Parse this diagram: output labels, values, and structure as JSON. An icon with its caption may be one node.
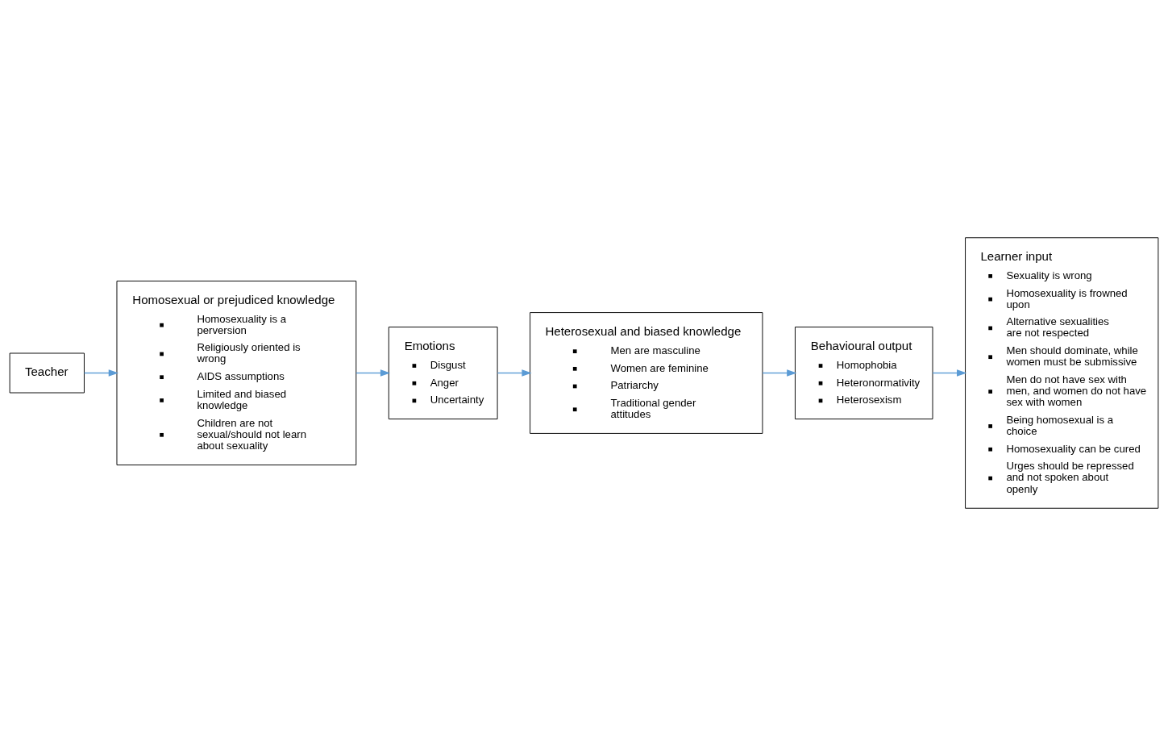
{
  "diagram": {
    "nodes": [
      {
        "text": [
          "Heterosexual and biased knowledge",
          "Men are masculine",
          "Women are feminine",
          "Patriarchy",
          "Traditional gender attitudes"
        ]
      },
      {
        "text": [
          "Behavioural output",
          "Homophobia",
          "Heteronormativity",
          "Heterosexism"
        ]
      },
      {
        "text": [
          "Learner input",
          "Sexuality is wrong",
          "Homosexuality is frowned upon",
          "Alternative sexualities are not respected",
          "Men should dominate, while women must be submissive",
          "Men do not have sex with men, and women do not have sex with women",
          "Being homosexual is a choice",
          "Homosexuality can be cured",
          "Urges should be repressed and not spoken about openly"
        ]
      },
      {
        "text": [
          "Teacher"
        ]
      },
      {
        "text": [
          "Homosexual or prejudiced knowledge",
          "Homosexuality is a perversion",
          "Religiously oriented is wrong",
          "AIDS assumptions",
          "Limited and biased knowledge",
          "Children are not sexual/should not learn about sexuality"
        ]
      },
      {
        "text": [
          "Emotions",
          "Disgust",
          "Anger",
          "Uncertainty"
        ]
      }
    ],
    "edges": [
      {
        "from": 3,
        "to": 4,
        "arrow": "to"
      },
      {
        "from": 0,
        "to": 1,
        "arrow": "to"
      },
      {
        "from": 1,
        "to": 2,
        "arrow": "to"
      },
      {
        "from": 4,
        "to": 5,
        "arrow": "to"
      },
      {
        "from": 5,
        "to": 0,
        "arrow": "to"
      }
    ]
  }
}
